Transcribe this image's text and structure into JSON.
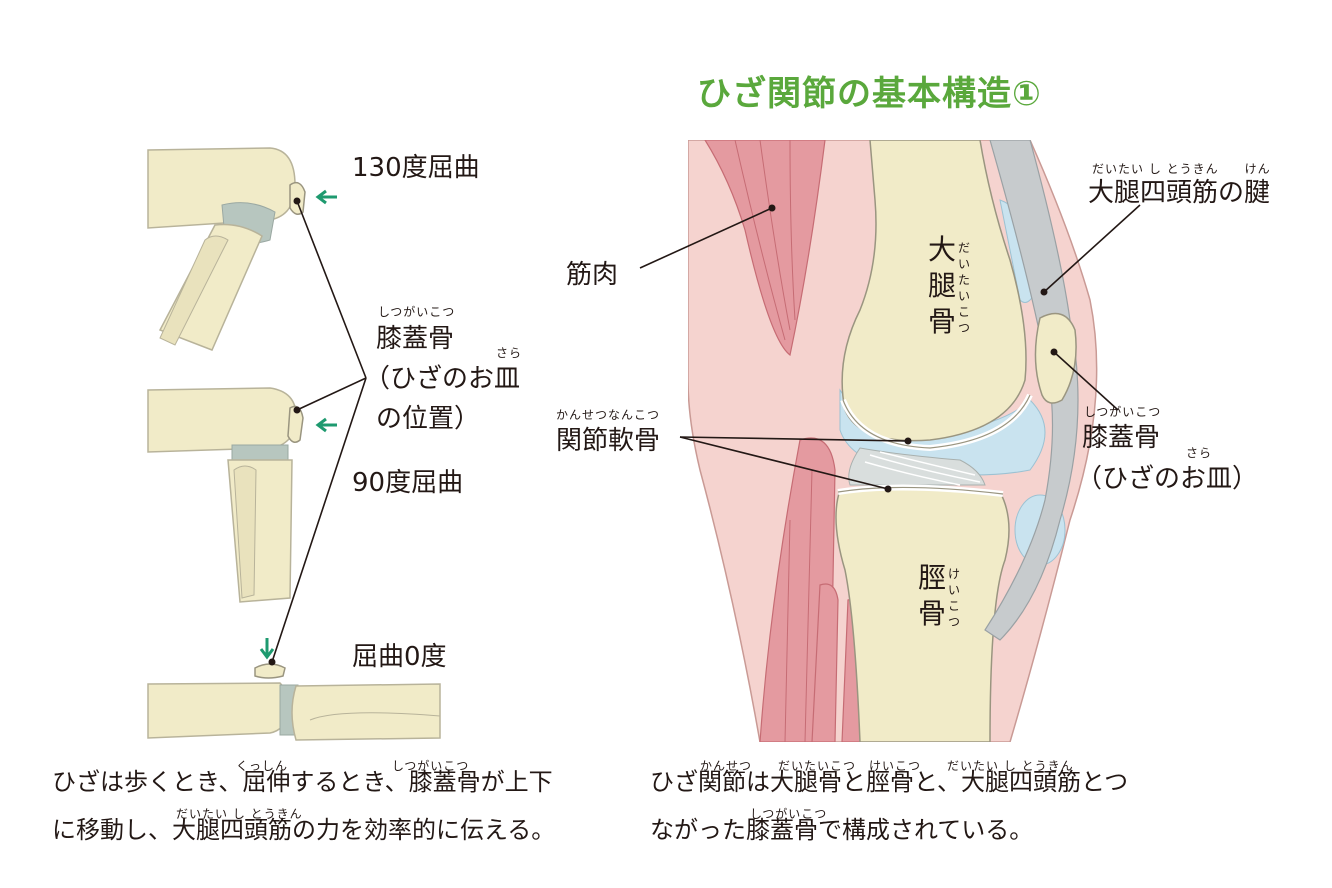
{
  "title": "ひざ関節の基本構造①",
  "left": {
    "flex130": "130度屈曲",
    "flex90": "90度屈曲",
    "flex0": "屈曲0度",
    "patella": {
      "ruby": "しつがいこつ",
      "name": "膝蓋骨",
      "line2": "（ひざのお皿",
      "ruby2": "さら",
      "line3": "の位置）"
    }
  },
  "right": {
    "muscle": "筋肉",
    "cartilage": {
      "ruby": "かんせつなんこつ",
      "name": "関節軟骨"
    },
    "femur": {
      "name": "大腿骨",
      "ruby": "だいたいこつ"
    },
    "tibia": {
      "name": "脛骨",
      "ruby": "けいこつ"
    },
    "tendon": {
      "ruby": "だいたい し とうきん　　けん",
      "name": "大腿四頭筋の腱"
    },
    "patella": {
      "ruby": "しつがいこつ",
      "name": "膝蓋骨",
      "ruby2": "さら",
      "sub": "（ひざのお皿）"
    }
  },
  "captions": {
    "left": {
      "ruby1": "くっしん　　　　　　　　しつがいこつ",
      "line1": "ひざは歩くとき、屈伸するとき、膝蓋骨が上下",
      "ruby2": "だいたい し とうきん",
      "line2": "に移動し、大腿四頭筋の力を効率的に伝える。"
    },
    "right": {
      "ruby1": "かんせつ　　だいたいこつ　けいこつ　　だいたい し とうきん",
      "line1": "ひざ関節は大腿骨と脛骨と、大腿四頭筋とつ",
      "ruby2": "しつがいこつ",
      "line2": "ながった膝蓋骨で構成されている。"
    }
  },
  "colors": {
    "title": "#5aa83c",
    "arrow": "#1e9a6f",
    "bone": "#f1ebc8",
    "muscle": "#e49aa0",
    "soft": "#f5d3cf",
    "fluid": "#c9e3ef",
    "tendon": "#c7cbcd"
  }
}
